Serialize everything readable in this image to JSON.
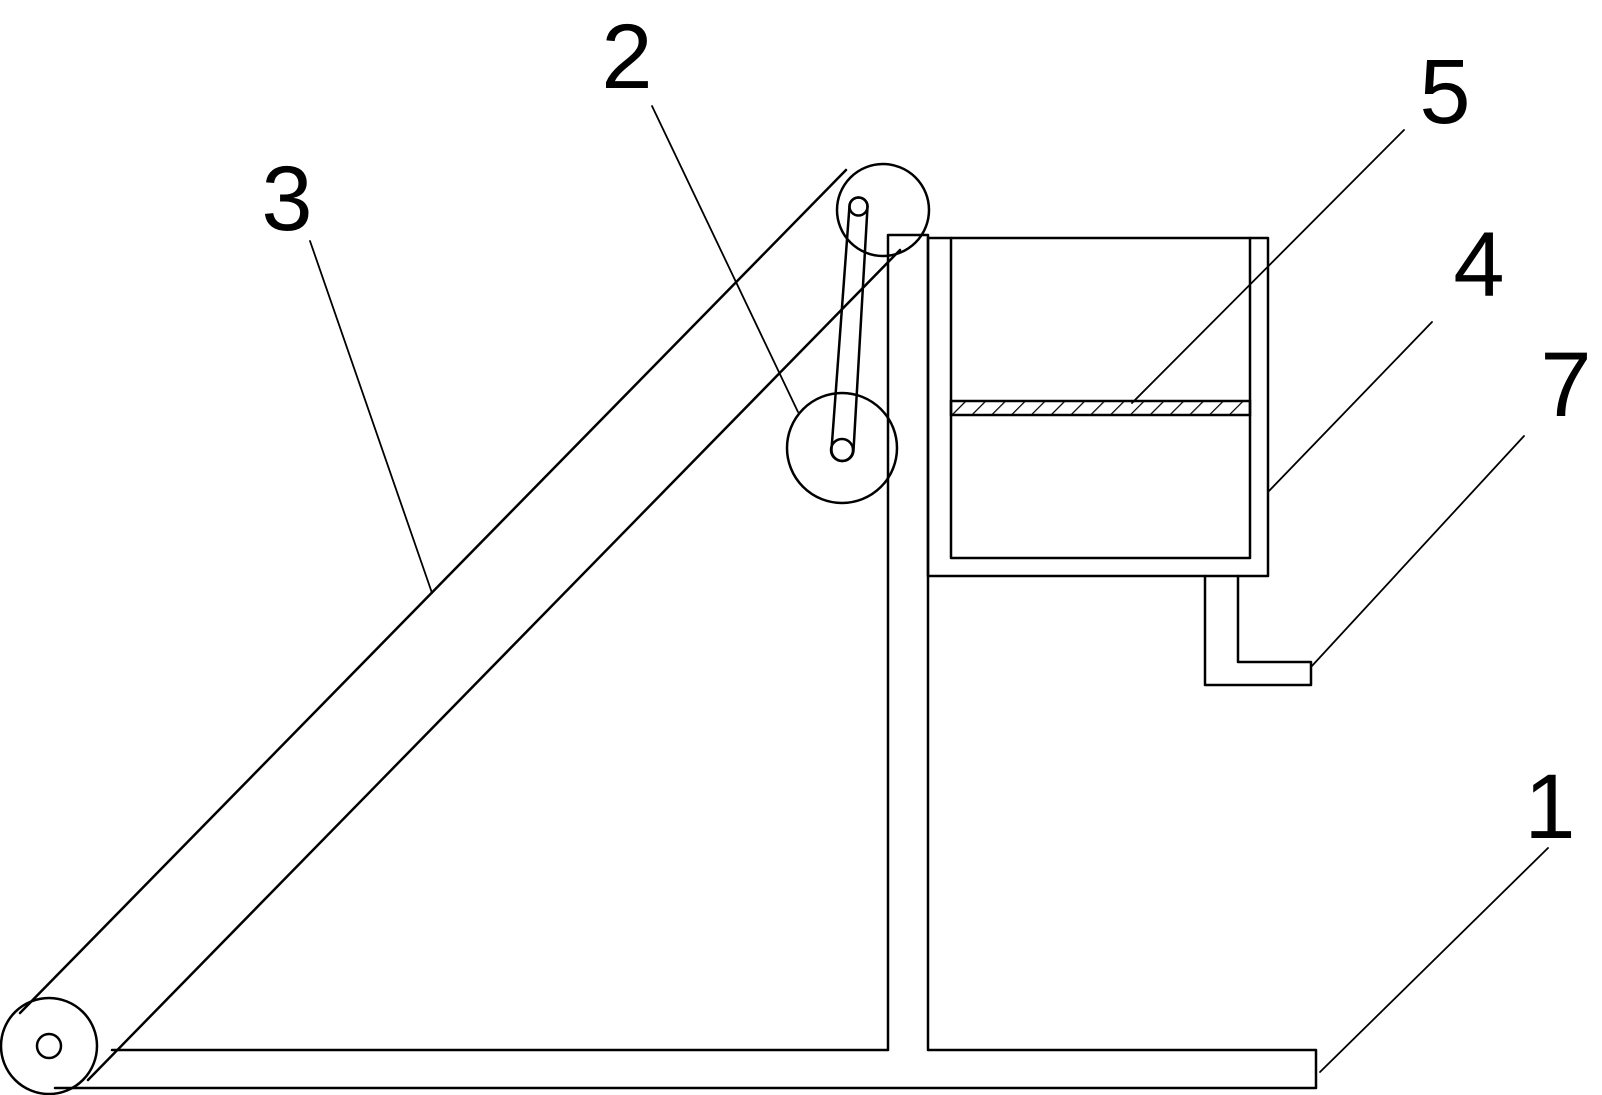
{
  "callouts": [
    "1",
    "2",
    "3",
    "4",
    "5",
    "7"
  ]
}
